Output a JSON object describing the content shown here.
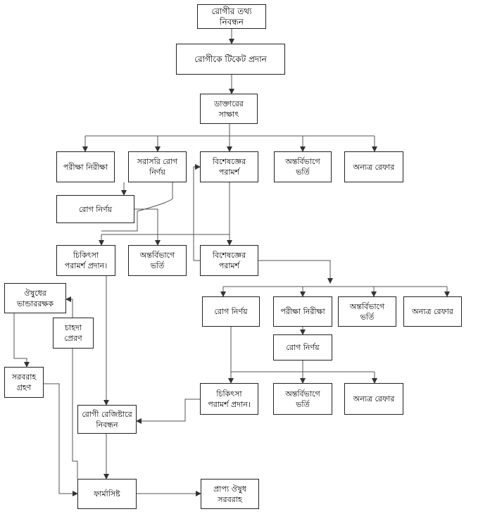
{
  "nodes": {
    "patient_info_registration": "রোগীর তথ্য নিবন্ধন",
    "ticket_to_patient": "রোগীকে টিকেট প্রদান",
    "doctor_visit": "ডাক্তারের\nসাক্ষাৎ",
    "examination_1": "পরীক্ষা নিরীক্ষা",
    "direct_diagnosis": "সরাসরি রোগ\nনির্ণয়",
    "specialist_consult_1": "বিশেষজ্ঞের\nপরামর্শ",
    "inpatient_admission_1": "অন্তর্বিভাগে\nভর্তি",
    "refer_elsewhere_1": "অন্যত্র রেফার",
    "diagnosis_1": "রোগ নির্ণয়",
    "treatment_advice_1": "চিকিৎসা\nপরামর্শ প্রদান।",
    "inpatient_admission_2": "অন্তর্বিভাগে\nভর্তি",
    "specialist_consult_2": "বিশেষজ্ঞের\nপরামর্শ",
    "medicine_storekeeper": "ঔষুধের\nভান্ডাররক্ষক",
    "demand_send": "চাহদা\nপ্রেরণ",
    "diagnosis_2": "রোগ নির্ণয়",
    "examination_2": "পরীক্ষা নিরীক্ষা",
    "inpatient_admission_3": "অন্তর্বিভাগে\nভর্তি",
    "refer_elsewhere_2": "অন্যত্র রেফার",
    "diagnosis_3": "রোগ নির্ণয়",
    "supply_receive": "সরবরাহ\nগ্রহণ",
    "treatment_advice_2": "চিকিৎসা\nপরামর্শ প্রদান।",
    "inpatient_admission_4": "অন্তর্বিভাগে\nভর্তি",
    "refer_elsewhere_3": "অন্যত্র রেফার",
    "patient_register_entry": "রোগী রেজিষ্টারে\nনিবন্ধন",
    "pharmacist": "ফার্মাসিষ্ট",
    "medicine_supply": "প্রাপ্য ঔষুধ\nসরবরাহ"
  }
}
